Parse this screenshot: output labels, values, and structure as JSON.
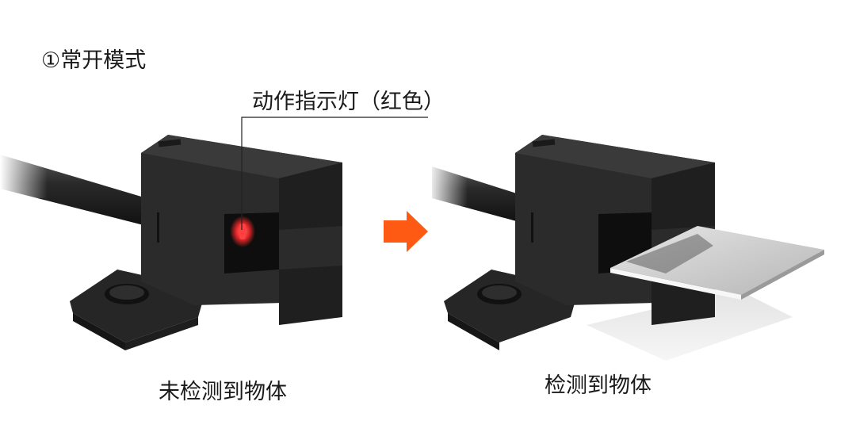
{
  "mode_title": "①常开模式",
  "indicator_label": "动作指示灯（红色）",
  "captions": {
    "left": "未检测到物体",
    "right": "检测到物体"
  },
  "icons": {
    "transition_arrow": "arrow-right-icon",
    "sensor": "u-slot-photoelectric-sensor-icon",
    "indicator": "red-led-icon",
    "object": "metal-plate-icon"
  },
  "colors": {
    "background": "#ffffff",
    "text": "#1a1a1a",
    "sensor_body": "#2b2b2b",
    "sensor_dark": "#1b1b1b",
    "sensor_light": "#3a3a3a",
    "indicator_red": "#ff2a2a",
    "arrow": "#ff5a14",
    "plate": "#c9c9c9"
  }
}
